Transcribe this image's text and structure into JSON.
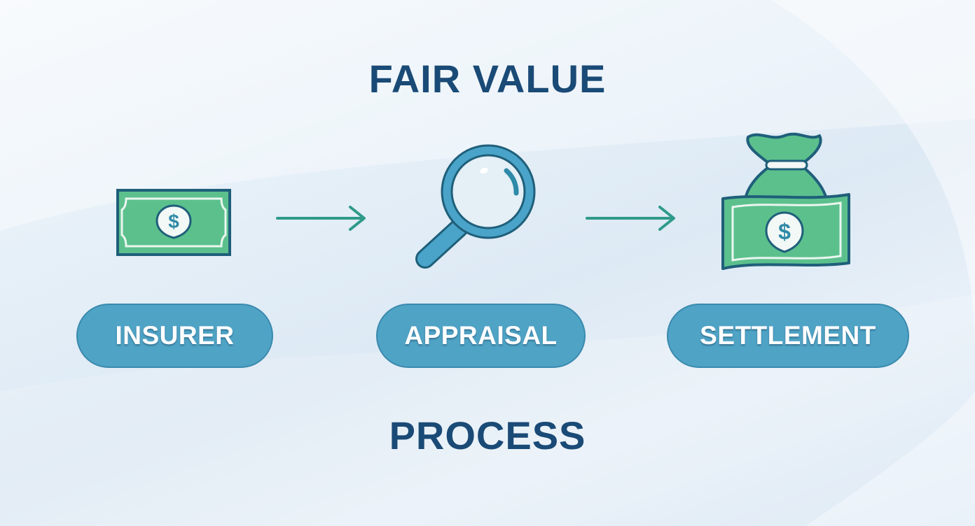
{
  "title_top": "FAIR VALUE",
  "title_bottom": "PROCESS",
  "steps": [
    {
      "label": "INSURER",
      "icon": "dollar-bill-icon"
    },
    {
      "label": "APPRAISAL",
      "icon": "magnifying-glass-icon"
    },
    {
      "label": "SETTLEMENT",
      "icon": "money-bag-icon"
    }
  ],
  "connectors": [
    "arrow-right-icon",
    "arrow-right-icon"
  ],
  "colors": {
    "title": "#1a4a76",
    "pill_fill": "#4fa3c5",
    "pill_border": "#3a8aae",
    "money_green": "#5cc08d",
    "icon_outline": "#1f5f7a",
    "magnifier_blue": "#4aa3c8",
    "arrow_teal": "#2f9a8a"
  }
}
